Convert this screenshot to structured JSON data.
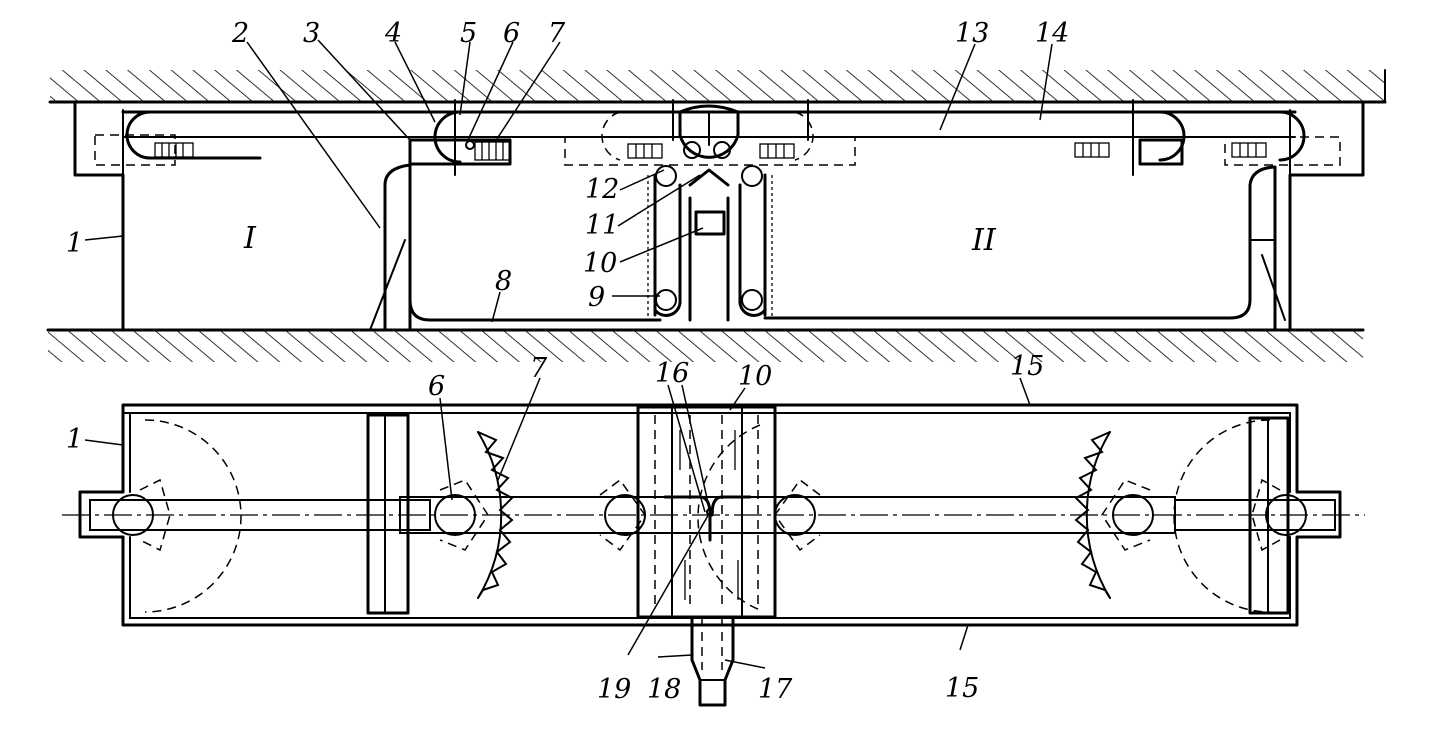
{
  "callouts": [
    {
      "id": "c1a",
      "text": "1"
    },
    {
      "id": "c2",
      "text": "2"
    },
    {
      "id": "c3",
      "text": "3"
    },
    {
      "id": "c4",
      "text": "4"
    },
    {
      "id": "c5",
      "text": "5"
    },
    {
      "id": "c6a",
      "text": "6"
    },
    {
      "id": "c7a",
      "text": "7"
    },
    {
      "id": "c13",
      "text": "13"
    },
    {
      "id": "c14",
      "text": "14"
    },
    {
      "id": "c12",
      "text": "12"
    },
    {
      "id": "c11",
      "text": "11"
    },
    {
      "id": "c10a",
      "text": "10"
    },
    {
      "id": "c9",
      "text": "9"
    },
    {
      "id": "c8",
      "text": "8"
    },
    {
      "id": "c1b",
      "text": "1"
    },
    {
      "id": "c6b",
      "text": "6"
    },
    {
      "id": "c7b",
      "text": "7"
    },
    {
      "id": "c16",
      "text": "16"
    },
    {
      "id": "c10b",
      "text": "10"
    },
    {
      "id": "c15a",
      "text": "15"
    },
    {
      "id": "c15b",
      "text": "15"
    },
    {
      "id": "c19",
      "text": "19"
    },
    {
      "id": "c18",
      "text": "18"
    },
    {
      "id": "c17",
      "text": "17"
    }
  ],
  "chambers": [
    {
      "id": "I",
      "text": "I"
    },
    {
      "id": "II",
      "text": "II"
    }
  ]
}
